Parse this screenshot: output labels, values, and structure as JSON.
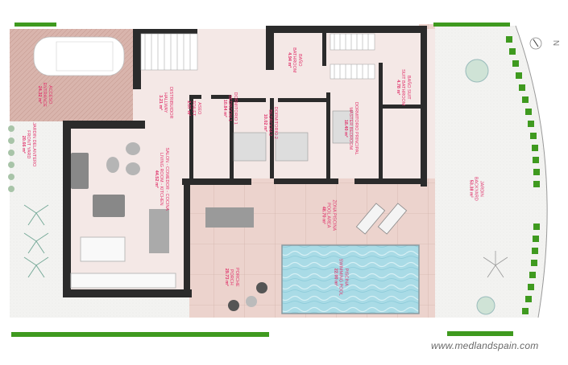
{
  "plan": {
    "north_label": "N",
    "watermark": "www.medlandspain.com",
    "rooms": [
      {
        "id": "acceso",
        "es": "ACCESO",
        "en": "ENTRANCE",
        "area": "24.32 m²"
      },
      {
        "id": "jardin_delantero",
        "es": "JARDIN DELANTERO",
        "en": "FRONT YARD",
        "area": "20.66 m²"
      },
      {
        "id": "distribuidor",
        "es": "DISTRIBUIDOR",
        "en": "HALLWAY",
        "area": "3.21 m²"
      },
      {
        "id": "salon",
        "es": "SALON - COMEDOR - COCINA",
        "en": "LIVING ROOM - KITCHEN",
        "area": "44.52 m²"
      },
      {
        "id": "aseo",
        "es": "ASEO",
        "en": "TOILET",
        "area": "2.07 m²"
      },
      {
        "id": "dormitorio1",
        "es": "DORMITORIO 1",
        "en": "BEDROOM 1",
        "area": "10.84 m²"
      },
      {
        "id": "dormitorio2",
        "es": "DORMITORIO 2",
        "en": "BEDROOM 2",
        "area": "10.02 m²"
      },
      {
        "id": "dormitorio_principal",
        "es": "DORMITORIO PRINCIPAL",
        "en": "MASTER BEDROOM",
        "area": "18.40 m²"
      },
      {
        "id": "bano",
        "es": "BAÑO",
        "en": "BATHROOM",
        "area": "4.94 m²"
      },
      {
        "id": "bano_suit",
        "es": "BAÑO SUIT",
        "en": "SUIT BATHROOM",
        "area": "4.78 m²"
      },
      {
        "id": "porche",
        "es": "PORCHE",
        "en": "PORCH",
        "area": "29.73 m²"
      },
      {
        "id": "zona_piscina",
        "es": "ZONA PISCINA",
        "en": "POOL AREA",
        "area": "48.70 m²"
      },
      {
        "id": "piscina",
        "es": "PISCINA",
        "en": "SWIMMING POOL",
        "area": "22.00 m²"
      },
      {
        "id": "jardin",
        "es": "JARDIN",
        "en": "BACKYARD",
        "area": "53.38 m²"
      }
    ]
  },
  "colors": {
    "label": "#e0336b",
    "wall": "#2b2b2b",
    "paving_entrance": "#d9b5ad",
    "interior_floor": "#f4e8e6",
    "terrace": "#ecd3cd",
    "garden": "#f3f3f1",
    "hedge": "#3f9a1f",
    "pool": "#a9dbe6"
  }
}
